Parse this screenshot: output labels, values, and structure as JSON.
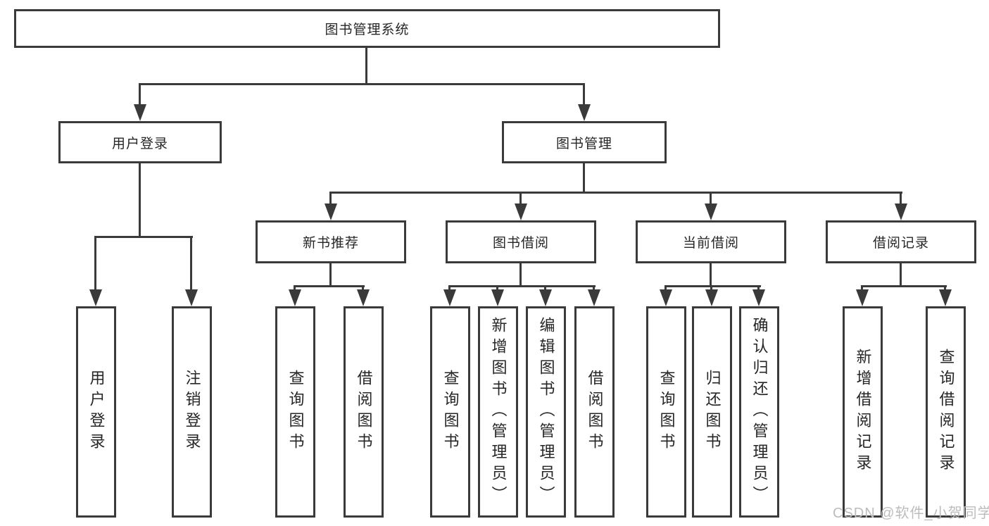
{
  "diagram_title": "图书管理系统",
  "watermark": "CSDN @软件_小贺同学",
  "colors": {
    "line": "#3a3a3a",
    "text": "#262626",
    "watermark": "#bcbcbc",
    "background": "#ffffff"
  },
  "tree": {
    "label": "图书管理系统",
    "children": [
      {
        "label": "用户登录",
        "children": [
          {
            "label": "用户登录"
          },
          {
            "label": "注销登录"
          }
        ]
      },
      {
        "label": "图书管理",
        "children": [
          {
            "label": "新书推荐",
            "children": [
              {
                "label": "查询图书"
              },
              {
                "label": "借阅图书"
              }
            ]
          },
          {
            "label": "图书借阅",
            "children": [
              {
                "label": "查询图书"
              },
              {
                "label": "新增图书（管理员）"
              },
              {
                "label": "编辑图书（管理员）"
              },
              {
                "label": "借阅图书"
              }
            ]
          },
          {
            "label": "当前借阅",
            "children": [
              {
                "label": "查询图书"
              },
              {
                "label": "归还图书"
              },
              {
                "label": "确认归还（管理员）"
              }
            ]
          },
          {
            "label": "借阅记录",
            "children": [
              {
                "label": "新增借阅记录"
              },
              {
                "label": "查询借阅记录"
              }
            ]
          }
        ]
      }
    ]
  }
}
